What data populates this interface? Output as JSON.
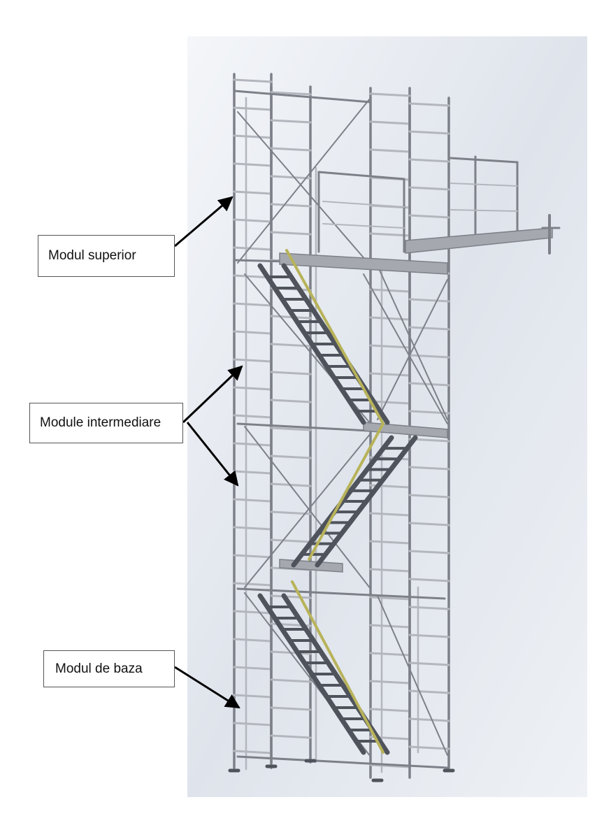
{
  "labels": {
    "top": "Modul superior",
    "middle": "Module intermediare",
    "base": "Modul de baza"
  },
  "colors": {
    "background": "#ffffff",
    "render_background": "#dde3ec",
    "frame": "#7d8088",
    "frame_light": "#b3b6bd",
    "stair": "#4f535c",
    "handrail": "#b8b35a",
    "platform": "#a5a8ae",
    "arrow": "#000000"
  }
}
